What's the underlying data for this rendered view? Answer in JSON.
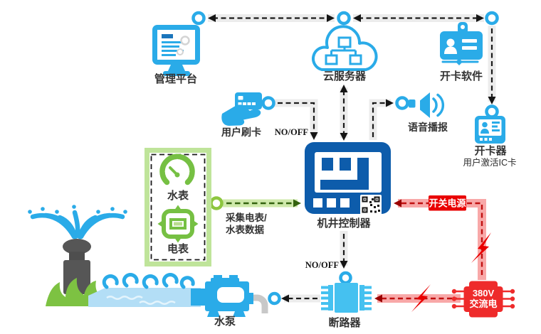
{
  "diagram": {
    "nodes": {
      "management_platform": {
        "label": "管理平台"
      },
      "cloud_server": {
        "label": "云服务器"
      },
      "card_software": {
        "label": "开卡软件"
      },
      "user_card_swipe": {
        "label": "用户刷卡"
      },
      "voice_broadcast": {
        "label": "语音播报"
      },
      "card_reader": {
        "label": "开卡器",
        "sublabel": "用户激活IC卡"
      },
      "well_controller": {
        "label": "机井控制器"
      },
      "water_meter": {
        "label": "水表"
      },
      "electric_meter": {
        "label": "电表"
      },
      "circuit_breaker": {
        "label": "断路器"
      },
      "water_pump": {
        "label": "水泵"
      },
      "ac_power": {
        "label_line1": "380V",
        "label_line2": "交流电"
      }
    },
    "edges": {
      "no_off_top": "NO/OFF",
      "no_off_bottom": "NO/OFF",
      "collect_data_line1": "采集电表/",
      "collect_data_line2": "水表数据",
      "switch_power": "开关电源"
    },
    "colors": {
      "icon_blue": "#2aabe8",
      "controller_blue": "#0d5cab",
      "meter_green": "#76c043",
      "light_green_border": "#bfe49a",
      "power_red": "#ee2b2b",
      "red_label_bg": "#e90000",
      "connector_gray": "#ececec",
      "dash_black": "#1b1b1b",
      "text_dark": "#333333"
    }
  }
}
